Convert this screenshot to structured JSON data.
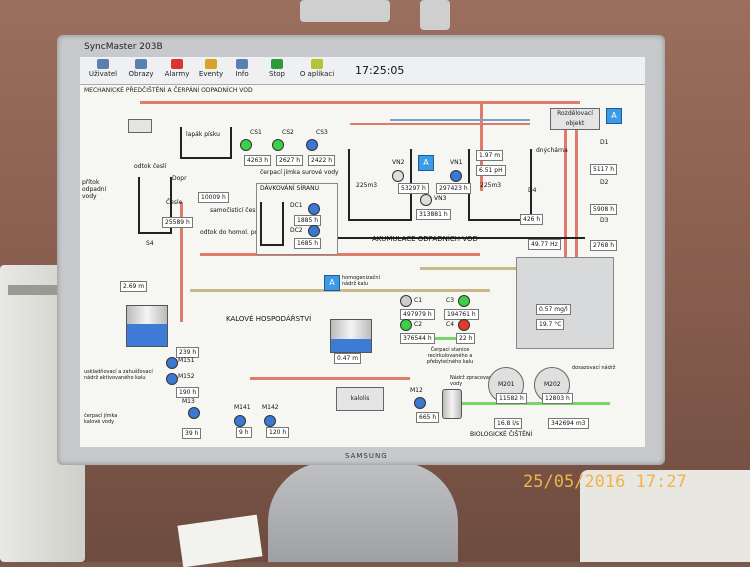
{
  "monitor": {
    "model": "SyncMaster 203B",
    "brand": "SAMSUNG"
  },
  "photo_timestamp": "25/05/2016 17:27",
  "toolbar": {
    "items": [
      {
        "label": "Uživatel",
        "icon": "user-icon"
      },
      {
        "label": "Obrazy",
        "icon": "images-icon"
      },
      {
        "label": "Alarmy",
        "icon": "alarm-icon"
      },
      {
        "label": "Eventy",
        "icon": "events-icon"
      },
      {
        "label": "Info",
        "icon": "info-icon"
      },
      {
        "label": "Stop",
        "icon": "stop-icon"
      },
      {
        "label": "O aplikaci",
        "icon": "about-icon"
      }
    ],
    "clock": "17:25:05"
  },
  "sections": {
    "top_title": "MECHANICKÉ PŘEDČIŠTĚNÍ A ČERPÁNÍ ODPADNÍCH VOD",
    "accumulation": "AKUMULACE ODPADNÍCH VOD",
    "sludge": "KALOVÉ HOSPODÁŘSTVÍ",
    "bio": "BIOLOGICKÉ ČIŠTĚNÍ",
    "dosing": "DÁVKOVÁNÍ SÍRANU"
  },
  "labels": {
    "sand_trap": "lapák písku",
    "screen": "odtok česlí",
    "inflow": "přítok odpadní vody",
    "pump_well": "čerpací jímka surové vody",
    "self_clean": "samočisticí česle",
    "outflow_home": "odtok do homol. polska",
    "distribution": "Rozdělovací objekt",
    "homog": "homogenizační nádrž kalu",
    "sludge_pump_station": "Čerpací stanice recirkulovaného a přebytečného kalu",
    "collector": "kalolis",
    "storage_tank": "Nádrž zpracované vody",
    "pump_sump": "čerpací jímka kalové vody",
    "stab_tank": "uskladňovací a zahušťovací nádrž aktivovaného kalu",
    "doser": "dosazovací nádrž",
    "volume1": "225m3",
    "volume2": "225m3",
    "dochanie": "dnýchárna"
  },
  "equipment": {
    "dopr": "Dopr",
    "cesle": "Česle",
    "cs": [
      "CS1",
      "CS2",
      "CS3"
    ],
    "cs_hours": [
      "4263",
      "2627",
      "2422"
    ],
    "dc": [
      "DC1",
      "DC2"
    ],
    "dc_hours": [
      "1885",
      "1685"
    ],
    "vn": [
      "VN2",
      "VN1",
      "VN3"
    ],
    "d": [
      "D1",
      "D2",
      "D3",
      "D4"
    ],
    "c": [
      "C1",
      "C2",
      "C3",
      "C4"
    ],
    "m": [
      "M151",
      "M152",
      "M13",
      "M141",
      "M142",
      "M12",
      "M201",
      "M202"
    ]
  },
  "readings": {
    "dopr_h": "10009",
    "cesle_h": "25589",
    "s4": "S4",
    "vn2_h": "53297",
    "vn1_h": "297423",
    "vn3_h": "313881",
    "level_m": "1.97",
    "ph": "6.51",
    "d4_h": "426",
    "d1_h": "5117",
    "d2_h": "5908",
    "d3_h": "2768",
    "hz": "49.77",
    "mgl": "0.57",
    "temp_c": "19.7",
    "sludge_level": "2.69",
    "m151_h": "239",
    "m152_h": "190",
    "m13_h": "39",
    "m141_h": "9",
    "m142_h": "120",
    "homog_level": "0.47",
    "c1_h": "497979",
    "c2_h": "376544",
    "c3_h": "194761",
    "c4_h": "22",
    "m12_h": "665",
    "m201_h": "11582",
    "m202_h": "12803",
    "flow": "16.8",
    "total": "342694",
    "unit_m3": "m3",
    "unit_ls": "l/s",
    "unit_mgl": "mg/l",
    "unit_c": "°C",
    "unit_hz": "Hz",
    "unit_m": "m",
    "unit_ph": "pH",
    "unit_h": "h"
  },
  "badges": {
    "a": "A"
  }
}
